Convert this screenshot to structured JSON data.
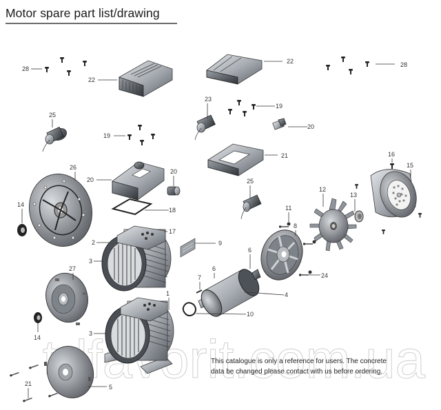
{
  "header": {
    "title": "Motor spare part list/drawing"
  },
  "note": {
    "line1": "This catalogue is only a reference for users. The concrete",
    "line2": "data be changed please contact with us before ordering."
  },
  "watermark": "tdfavorit.com.ua",
  "colors": {
    "part_metal_light": "#c8ccd0",
    "part_metal_dark": "#5a5f66",
    "label_text": "#333333",
    "title_rule": "#6b6b6b"
  },
  "labels": {
    "p28_left": "28",
    "p22_left": "22",
    "p22_right": "22",
    "p28_right": "28",
    "p25_top": "25",
    "p23": "23",
    "p19_top": "19",
    "p19_left": "19",
    "p20_right": "20",
    "p21_top": "21",
    "p26": "26",
    "p20_box": "20",
    "p20_gland": "20",
    "p14_top": "14",
    "p18": "18",
    "p25_mid": "25",
    "p16": "16",
    "p15": "15",
    "p12": "12",
    "p13": "13",
    "p11": "11",
    "p8": "8",
    "p17": "17",
    "p2": "2",
    "p3_top": "3",
    "p9": "9",
    "p6_right": "6",
    "p6_left": "6",
    "p7": "7",
    "p24": "24",
    "p4": "4",
    "p10": "10",
    "p27": "27",
    "p1": "1",
    "p3_bottom": "3",
    "p14_bottom": "14",
    "p21_bottom": "21",
    "p5": "5"
  }
}
